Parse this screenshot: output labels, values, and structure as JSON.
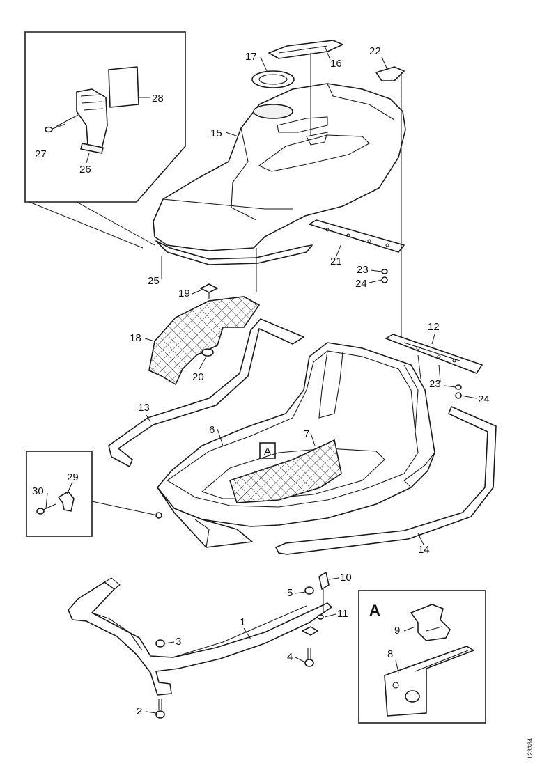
{
  "callouts": {
    "c1": "1",
    "c2": "2",
    "c3": "3",
    "c4": "4",
    "c5": "5",
    "c6": "6",
    "c7": "7",
    "c8": "8",
    "c9": "9",
    "c10": "10",
    "c11": "11",
    "c12": "12",
    "c13": "13",
    "c14": "14",
    "c15": "15",
    "c16": "16",
    "c17": "17",
    "c18": "18",
    "c19": "19",
    "c20": "20",
    "c21": "21",
    "c22": "22",
    "c23a": "23",
    "c23b": "23",
    "c24a": "24",
    "c24b": "24",
    "c25": "25",
    "c26": "26",
    "c27": "27",
    "c28": "28",
    "c29": "29",
    "c30": "30"
  },
  "detail_view": {
    "marker": "A",
    "inset_label": "A"
  },
  "document_id": "123384"
}
